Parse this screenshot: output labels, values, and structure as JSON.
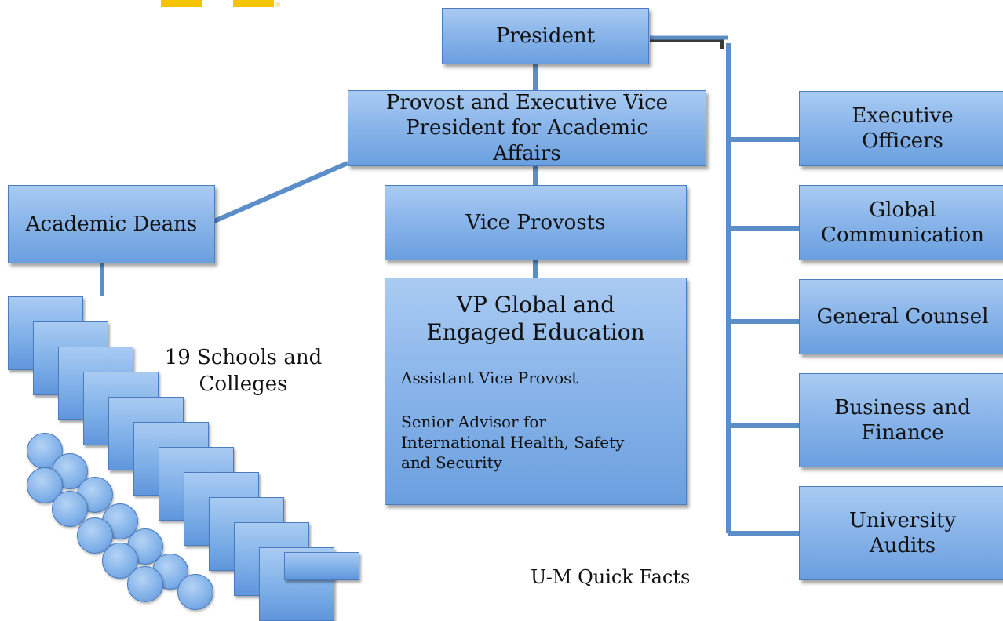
{
  "nodes": {
    "president": "President",
    "provost": "Provost and Executive Vice President for Academic Affairs",
    "academic_deans": "Academic Deans",
    "vice_provosts": "Vice Provosts",
    "vp_global_title": "VP Global and Engaged Education",
    "vp_global_sub1": "Assistant Vice Provost",
    "vp_global_sub2": "Senior Advisor for International Health, Safety and Security",
    "executive_officers": "Executive Officers",
    "global_communication": "Global Communication",
    "general_counsel": "General Counsel",
    "business_finance": "Business and Finance",
    "university_audits": "University Audits"
  },
  "schools_label": "19 Schools and Colleges",
  "footer_partial": "U-M Quick Facts",
  "colors": {
    "box_top": "#a9cbf2",
    "box_bottom": "#6a9fdf",
    "line": "#5b8ec9",
    "logo": "#f5c400"
  }
}
